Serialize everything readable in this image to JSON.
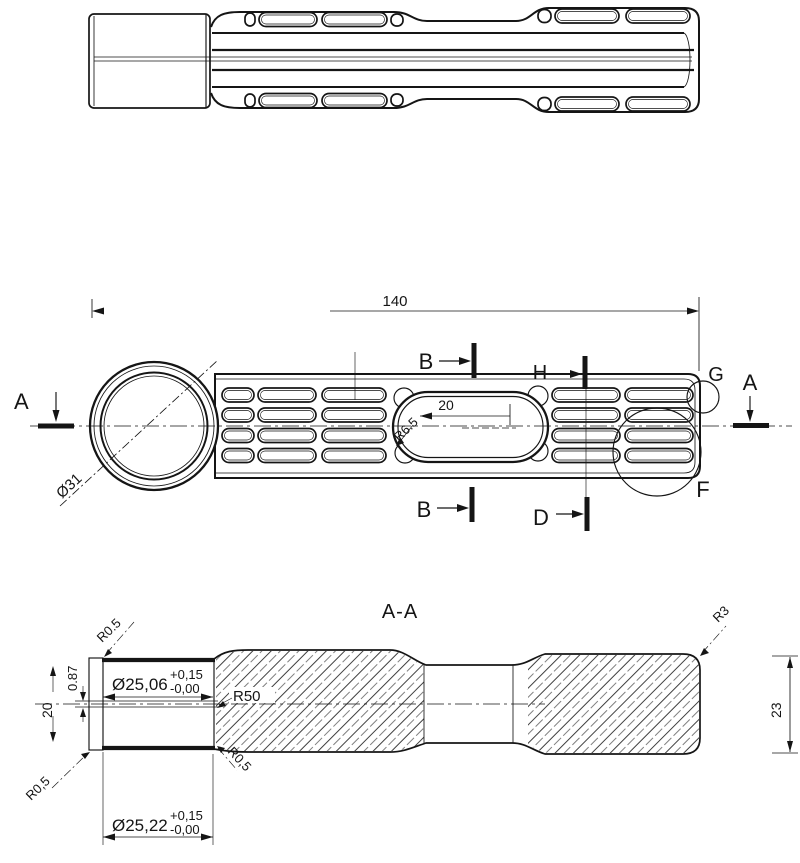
{
  "colors": {
    "background": "#ffffff",
    "ink": "#151515"
  },
  "front_view": {
    "dim_overall_length": "140",
    "dim_slot_length": "20",
    "dim_ring_diameter": "Ø31",
    "dim_slot_end_radius": "R6.5",
    "section_a_left": "A",
    "section_a_right": "A",
    "section_b_top": "B",
    "section_b_bottom": "B",
    "section_d": "D",
    "section_h": "H",
    "detail_g": "G",
    "detail_f": "F"
  },
  "section_view": {
    "title": "A-A",
    "bore_upper": {
      "dia": "Ø25,06",
      "tol_plus": "+0,15",
      "tol_minus": "-0,00"
    },
    "bore_lower": {
      "dia": "Ø25,22",
      "tol_plus": "+0,15",
      "tol_minus": "-0,00"
    },
    "dim_wall_offset": "0.87",
    "dim_bore_depth": "20",
    "dim_blend_radius": "R50",
    "radius_top_left": "R0.5",
    "radius_bottom_left": "R0,5",
    "radius_step": "R0,5",
    "radius_end": "R3",
    "dim_end_width": "23"
  }
}
